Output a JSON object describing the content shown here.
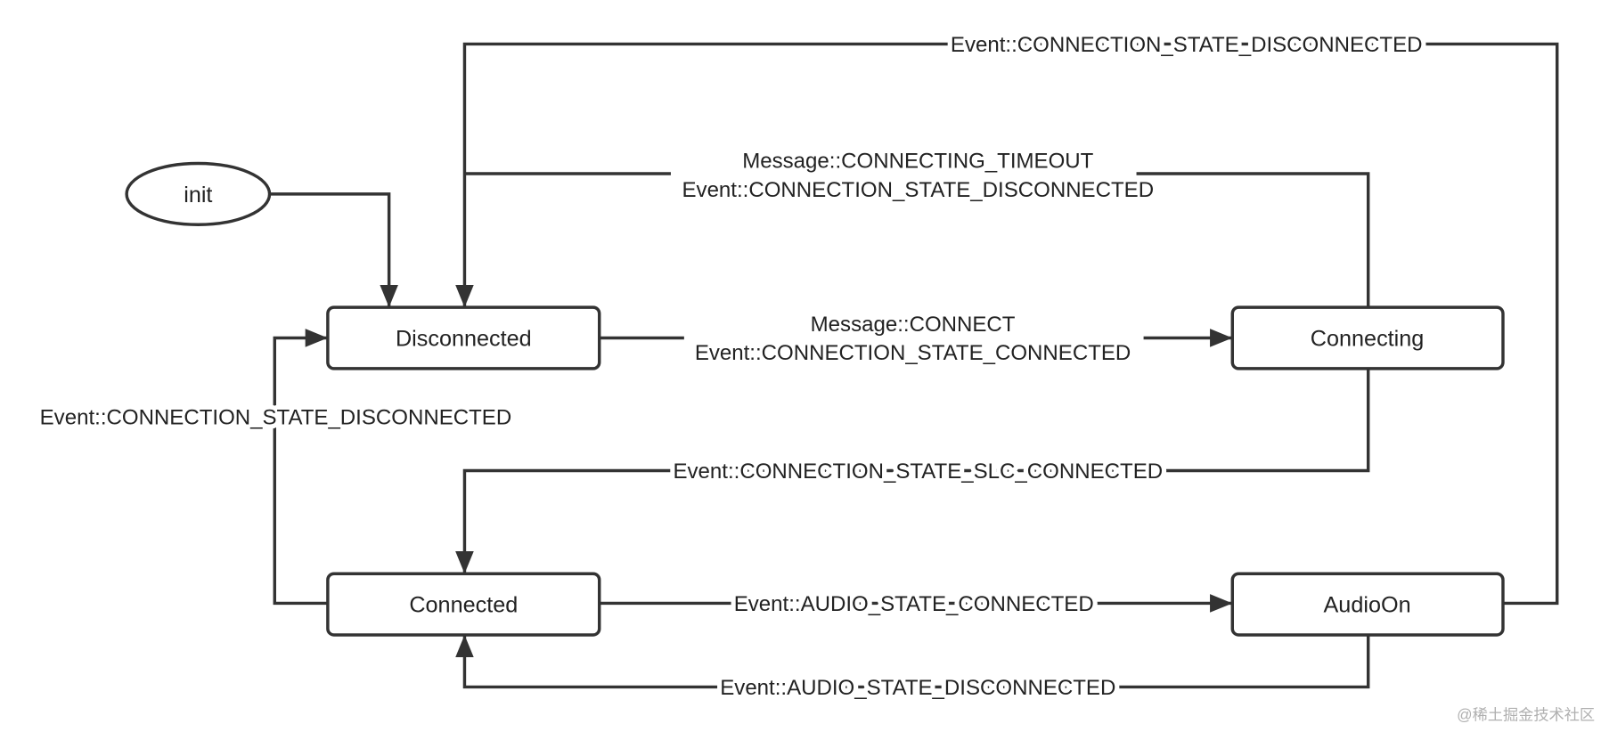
{
  "states": {
    "init": "init",
    "disconnected": "Disconnected",
    "connecting": "Connecting",
    "connected": "Connected",
    "audio_on": "AudioOn"
  },
  "transitions": {
    "audio_on_to_disconnected": "Event::CONNECTION_STATE_DISCONNECTED",
    "connecting_to_disconnected": [
      "Message::CONNECTING_TIMEOUT",
      "Event::CONNECTION_STATE_DISCONNECTED"
    ],
    "disconnected_to_connecting": [
      "Message::CONNECT",
      "Event::CONNECTION_STATE_CONNECTED"
    ],
    "connecting_to_connected": "Event::CONNECTION_STATE_SLC_CONNECTED",
    "connected_to_disconnected": "Event::CONNECTION_STATE_DISCONNECTED",
    "connected_to_audio_on": "Event::AUDIO_STATE_CONNECTED",
    "audio_on_to_connected": "Event::AUDIO_STATE_DISCONNECTED"
  },
  "watermark": "@稀土掘金技术社区",
  "colors": {
    "stroke": "#333333",
    "background": "#ffffff"
  }
}
